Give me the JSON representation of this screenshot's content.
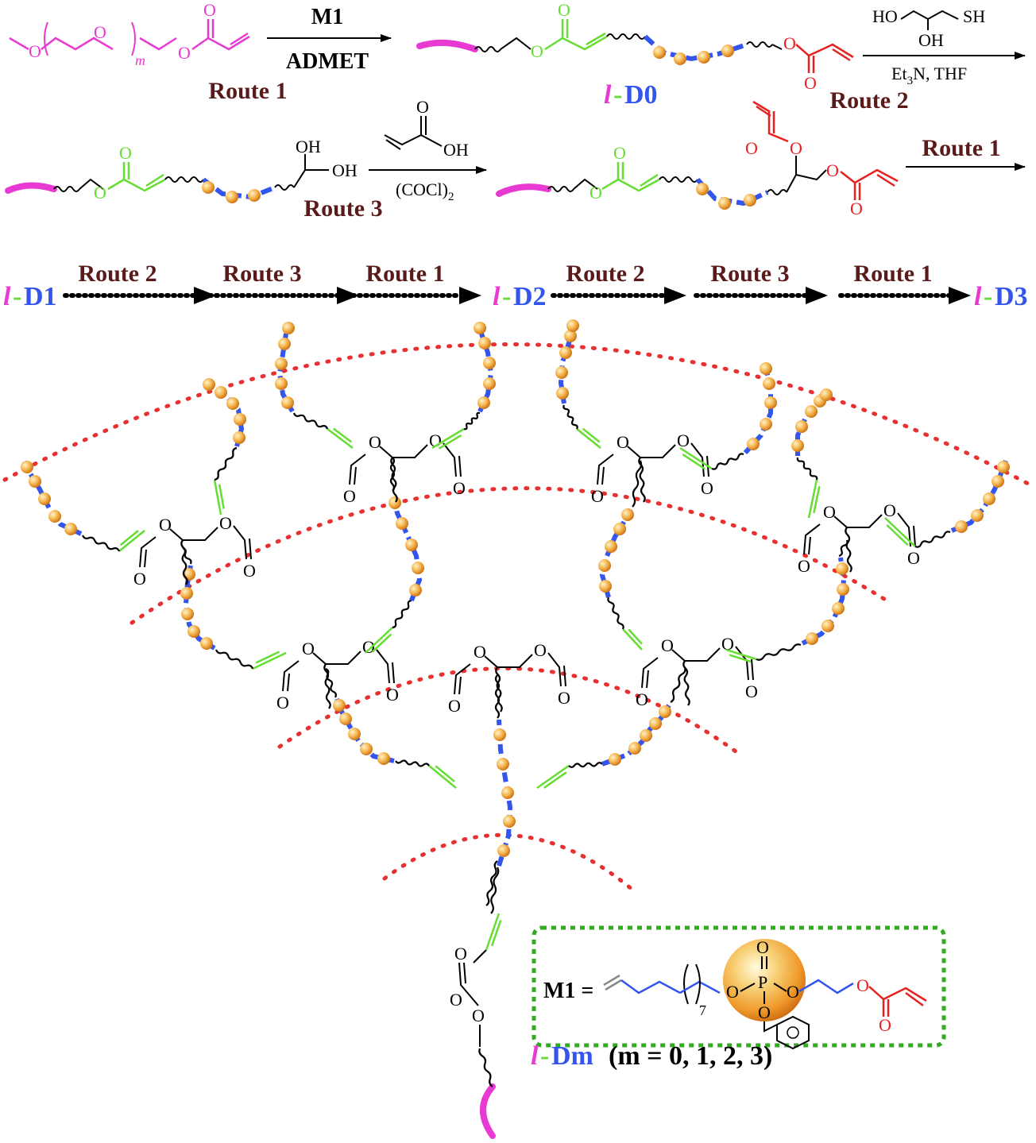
{
  "colors": {
    "peg": "#e83ad2",
    "ester_green": "#66dd33",
    "acrylate_red": "#e82020",
    "route_text": "#5a1a1a",
    "dendron_blue": "#3355ee",
    "bead_orange": "#f2a23a",
    "generation_dotted": "#e83030",
    "m1_box": "#33aa22"
  },
  "reactions": {
    "step1_reagent": "M1",
    "step1_method": "ADMET",
    "step1_route": "Route 1",
    "product_D0": {
      "l": "l",
      "dash": "-",
      "name": "D0"
    },
    "step2_reagent_oh1": "HO",
    "step2_reagent_oh2": "OH",
    "step2_reagent_sh": "SH",
    "step2_conditions": "Et",
    "step2_conditions_sub": "3",
    "step2_conditions_tail": "N, THF",
    "step2_route": "Route 2",
    "diol_oh1": "OH",
    "diol_oh2": "OH",
    "step3_reagent_oh": "OH",
    "step3_reagent_o": "O",
    "step3_conditions": "(COCl)",
    "step3_conditions_sub": "2",
    "step3_route": "Route 3",
    "step4_route": "Route 1"
  },
  "sequence": {
    "D1": {
      "l": "l",
      "dash": "-",
      "name": "D1"
    },
    "D2": {
      "l": "l",
      "dash": "-",
      "name": "D2"
    },
    "D3": {
      "l": "l",
      "dash": "-",
      "name": "D3"
    },
    "routes": [
      "Route 2",
      "Route 3",
      "Route 1",
      "Route 2",
      "Route 3",
      "Route 1"
    ]
  },
  "peg_labels": {
    "o": "O",
    "m": "m"
  },
  "atoms": {
    "o": "O"
  },
  "m1_box": {
    "label": "M1 =",
    "subscript": "7",
    "p": "P",
    "o": "O"
  },
  "caption": {
    "l": "l",
    "dash": "-",
    "name": "Dm",
    "rest": "(m = 0, 1, 2, 3)"
  }
}
